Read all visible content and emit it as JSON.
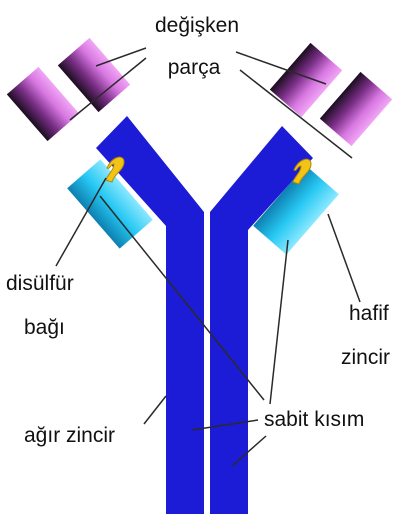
{
  "labels": {
    "variable_region_line1": "değişken",
    "variable_region_line2": "parça",
    "disulfide_line1": "disülfür",
    "disulfide_line2": "bağı",
    "light_chain_line1": "hafif",
    "light_chain_line2": "zincir",
    "heavy_chain": "ağır zincir",
    "constant_region": "sabit kısım"
  },
  "colors": {
    "heavy_chain": "#1c1cd6",
    "light_chain_constant": "#19b7e8",
    "variable_region": "#c45ad2",
    "disulfide_bond": "#f2c416",
    "leader_line": "#2a2a2a"
  }
}
